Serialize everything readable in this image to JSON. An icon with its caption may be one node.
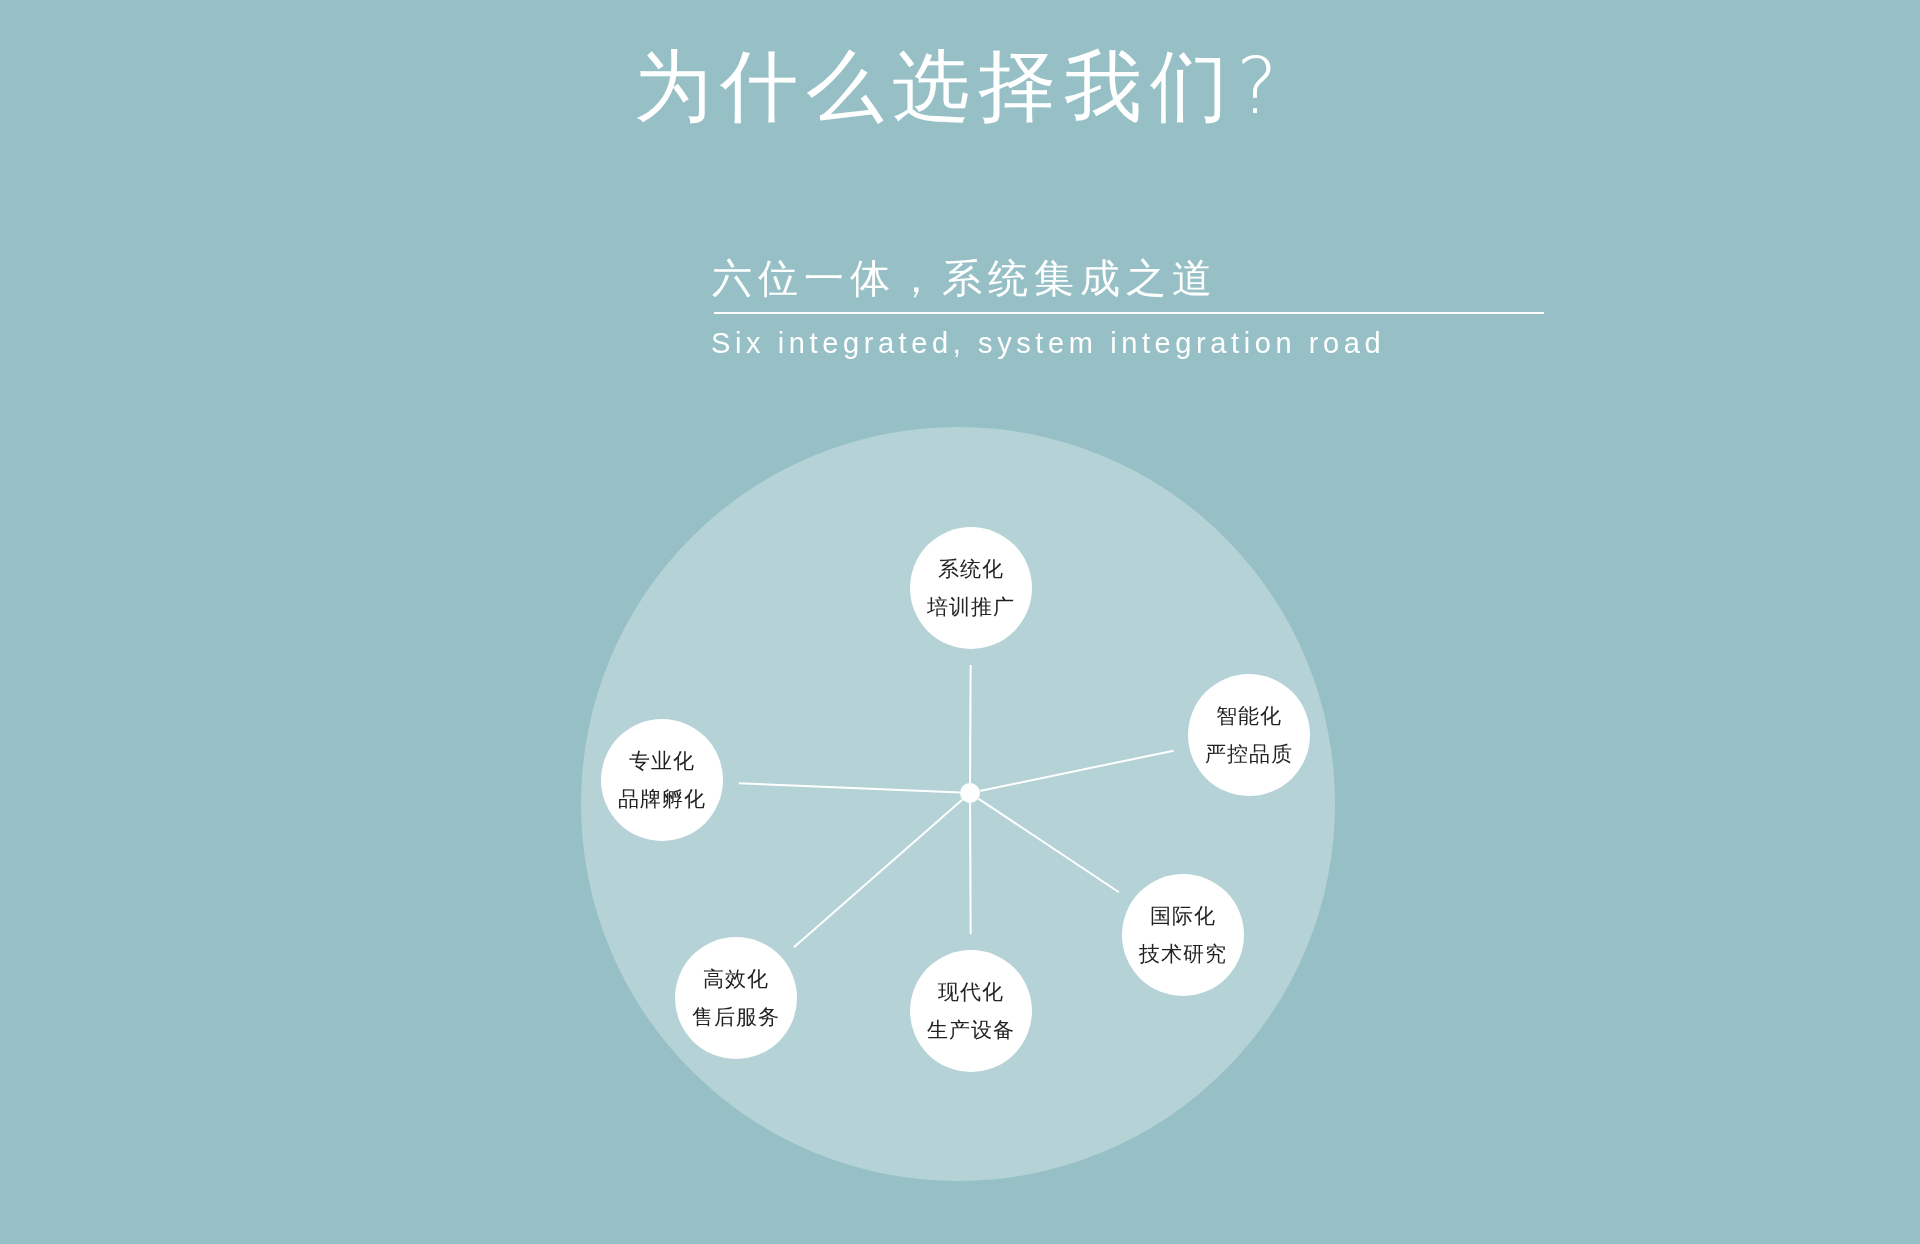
{
  "diagram": {
    "title": "为什么选择我们?",
    "nodes": [
      {
        "text": [],
        "shape": "circle"
      },
      {
        "text": [
          "系统化",
          "培训推广"
        ],
        "in": 0
      },
      {
        "text": [
          "专业化",
          "品牌孵化"
        ],
        "in": 0
      },
      {
        "text": [],
        "shape": "circle",
        "in": 0
      },
      {
        "text": [
          "智能化",
          "严控品质"
        ],
        "in": 0
      },
      {
        "text": [
          "国际化",
          "技术研究"
        ],
        "in": 0
      },
      {
        "text": [
          "高效化",
          "售后服务"
        ],
        "in": 0
      },
      {
        "text": [
          "现代化",
          "生产设备"
        ],
        "in": 0
      }
    ],
    "edges": [
      {
        "from": 3,
        "to": 1,
        "arrow": "none"
      },
      {
        "from": 3,
        "to": 2,
        "arrow": "none"
      },
      {
        "from": 3,
        "to": 4,
        "arrow": "none"
      },
      {
        "from": 3,
        "to": 5,
        "arrow": "none"
      },
      {
        "from": 3,
        "to": 6,
        "arrow": "none"
      },
      {
        "from": 3,
        "to": 7,
        "arrow": "none"
      }
    ],
    "labels": [
      "六位一体，系统集成之道",
      "Six integrated, system integration road"
    ]
  }
}
